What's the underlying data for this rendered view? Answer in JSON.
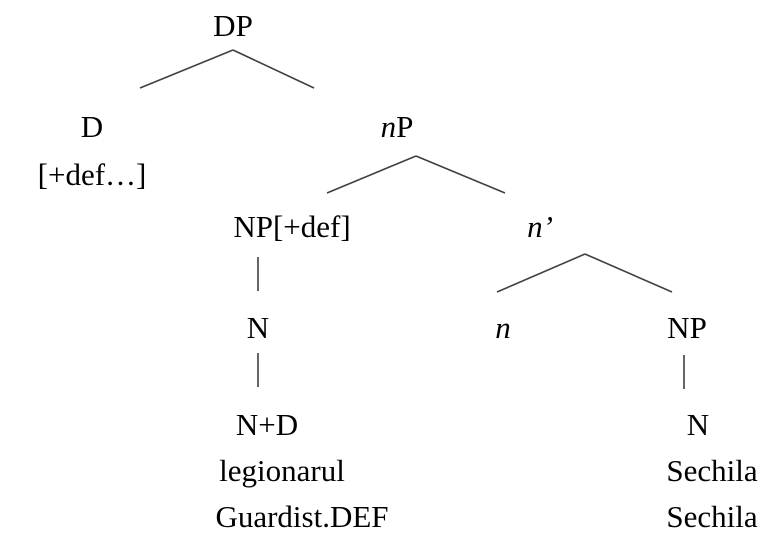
{
  "tree": {
    "root": {
      "label": "DP"
    },
    "d_head": {
      "label": "D",
      "features": "[+def…]"
    },
    "n_phrase": {
      "italic_part": "n",
      "rest": "P"
    },
    "np_spec": {
      "label": "NP[+def]"
    },
    "n_bar": {
      "label": "n’"
    },
    "np_spec_noun": {
      "label": "N"
    },
    "np_spec_terminal": {
      "label": "N+D",
      "word": "legionarul",
      "gloss": "Guardist.DEF"
    },
    "n_head": {
      "label": "n"
    },
    "np_comp": {
      "label": "NP"
    },
    "np_comp_noun": {
      "label": "N"
    },
    "np_comp_terminal": {
      "word": "Sechila",
      "gloss": "Sechila"
    }
  },
  "style": {
    "line_color": "#404040",
    "text_color": "#000000"
  }
}
